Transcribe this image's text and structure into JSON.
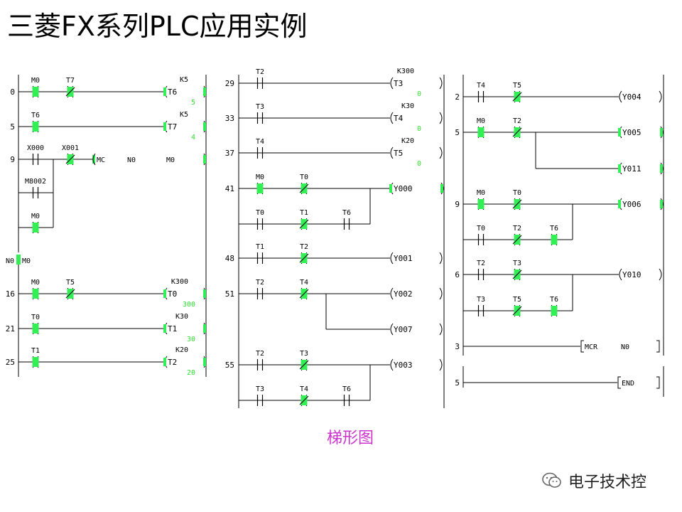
{
  "title": "三菱FX系列PLC应用实例",
  "caption": "梯形图",
  "watermark": "电子技术控",
  "colors": {
    "line": "#000000",
    "active_contact": "#33ee55",
    "value_text": "#33dd33",
    "caption": "#cc33cc"
  },
  "mc_instruction": {
    "mc": "MC",
    "n": "N0",
    "relay": "M0",
    "bus_label": "N0",
    "bus_relay": "M0"
  },
  "rungs": {
    "p1": [
      {
        "step": "0",
        "c1": "M0",
        "c2": "T7",
        "coil": "T6",
        "k": "K5",
        "val": "5"
      },
      {
        "step": "5",
        "c1": "T6",
        "coil": "T7",
        "k": "K5",
        "val": "4"
      },
      {
        "step": "9",
        "c1": "X000",
        "c2": "X001",
        "b1": "M8002",
        "b2": "M0"
      },
      {
        "step": "16",
        "c1": "M0",
        "c2": "T5",
        "coil": "T0",
        "k": "K300",
        "val": "300"
      },
      {
        "step": "21",
        "c1": "T0",
        "coil": "T1",
        "k": "K30",
        "val": "30"
      },
      {
        "step": "25",
        "c1": "T1",
        "coil": "T2",
        "k": "K20",
        "val": "20"
      }
    ],
    "p2": [
      {
        "step": "29",
        "c1": "T2",
        "coil": "T3",
        "k": "K300",
        "val": "0"
      },
      {
        "step": "33",
        "c1": "T3",
        "coil": "T4",
        "k": "K30",
        "val": "0"
      },
      {
        "step": "37",
        "c1": "T4",
        "coil": "T5",
        "k": "K20",
        "val": "0"
      },
      {
        "step": "41",
        "c1": "M0",
        "c2": "T0",
        "b1": "T0",
        "b2": "T1",
        "b3": "T6",
        "coil": "Y000"
      },
      {
        "step": "48",
        "c1": "T1",
        "c2": "T2",
        "coil": "Y001"
      },
      {
        "step": "51",
        "c1": "T2",
        "c2": "T4",
        "coil": "Y002",
        "coil2": "Y007"
      },
      {
        "step": "55",
        "c1": "T2",
        "c2": "T3",
        "b1": "T3",
        "b2": "T4",
        "b3": "T6",
        "coil": "Y003"
      }
    ],
    "p3": [
      {
        "step": "2",
        "c1": "T4",
        "c2": "T5",
        "coil": "Y004"
      },
      {
        "step": "5",
        "c1": "M0",
        "c2": "T2",
        "coil": "Y005",
        "coil2": "Y011"
      },
      {
        "step": "9",
        "c1": "M0",
        "c2": "T0",
        "b1": "T0",
        "b2": "T2",
        "b3": "T6",
        "coil": "Y006"
      },
      {
        "step": "6",
        "c1": "T2",
        "c2": "T3",
        "b1": "T3",
        "b2": "T5",
        "b3": "T6",
        "coil": "Y010"
      },
      {
        "step": "3",
        "instr": "MCR",
        "arg": "N0"
      },
      {
        "step": "5",
        "instr": "END"
      }
    ]
  }
}
